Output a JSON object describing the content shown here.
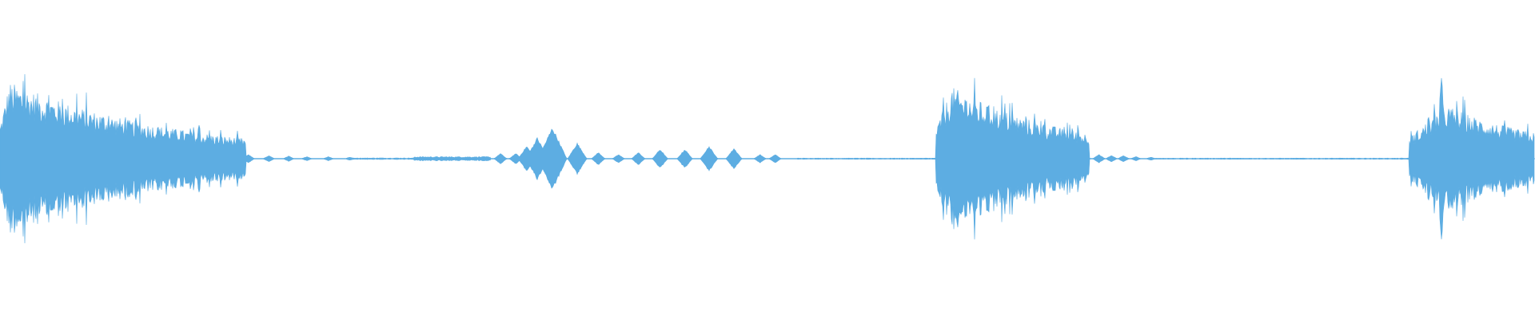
{
  "waveform": {
    "color": "#5DADE2",
    "background": "#FFFFFF",
    "amplitude_range": [
      -1,
      1
    ],
    "segments": [
      {
        "kind": "burst",
        "start": 0.0,
        "attack": 0.006,
        "peak": 0.7,
        "decay": 0.11,
        "tail": 0.04,
        "end": 0.16
      },
      {
        "kind": "tones",
        "points": [
          {
            "pos": 0.13,
            "amp": 0.03
          },
          {
            "pos": 0.146,
            "amp": 0.06
          },
          {
            "pos": 0.162,
            "amp": 0.04
          },
          {
            "pos": 0.175,
            "amp": 0.03
          },
          {
            "pos": 0.188,
            "amp": 0.025
          },
          {
            "pos": 0.2,
            "amp": 0.02
          },
          {
            "pos": 0.214,
            "amp": 0.02
          },
          {
            "pos": 0.228,
            "amp": 0.015
          }
        ]
      },
      {
        "kind": "flat",
        "start": 0.23,
        "end": 0.27,
        "amp": 0.008
      },
      {
        "kind": "ramp",
        "start": 0.27,
        "end": 0.32,
        "amp": 0.02
      },
      {
        "kind": "tones",
        "points": [
          {
            "pos": 0.326,
            "amp": 0.05
          },
          {
            "pos": 0.336,
            "amp": 0.05
          },
          {
            "pos": 0.343,
            "amp": 0.12
          },
          {
            "pos": 0.35,
            "amp": 0.2
          },
          {
            "pos": 0.36,
            "amp": 0.3
          },
          {
            "pos": 0.376,
            "amp": 0.15
          },
          {
            "pos": 0.39,
            "amp": 0.06
          },
          {
            "pos": 0.403,
            "amp": 0.04
          },
          {
            "pos": 0.416,
            "amp": 0.06
          },
          {
            "pos": 0.43,
            "amp": 0.09
          },
          {
            "pos": 0.446,
            "amp": 0.09
          },
          {
            "pos": 0.462,
            "amp": 0.12
          },
          {
            "pos": 0.478,
            "amp": 0.1
          },
          {
            "pos": 0.495,
            "amp": 0.04
          },
          {
            "pos": 0.505,
            "amp": 0.04
          }
        ]
      },
      {
        "kind": "flat",
        "start": 0.52,
        "end": 0.61,
        "amp": 0.006
      },
      {
        "kind": "burst",
        "start": 0.61,
        "attack": 0.01,
        "peak": 0.65,
        "decay": 0.08,
        "tail": 0.05,
        "end": 0.71
      },
      {
        "kind": "tones",
        "points": [
          {
            "pos": 0.706,
            "amp": 0.06
          },
          {
            "pos": 0.716,
            "amp": 0.04
          },
          {
            "pos": 0.724,
            "amp": 0.03
          },
          {
            "pos": 0.732,
            "amp": 0.03
          },
          {
            "pos": 0.74,
            "amp": 0.02
          },
          {
            "pos": 0.75,
            "amp": 0.015
          }
        ]
      },
      {
        "kind": "flat",
        "start": 0.75,
        "end": 0.918,
        "amp": 0.006
      },
      {
        "kind": "burst",
        "start": 0.918,
        "attack": 0.02,
        "peak": 0.45,
        "decay": 0.06,
        "tail": 0.2,
        "end": 1.0,
        "spike": {
          "pos": 0.939,
          "amp": 0.82
        }
      }
    ]
  }
}
